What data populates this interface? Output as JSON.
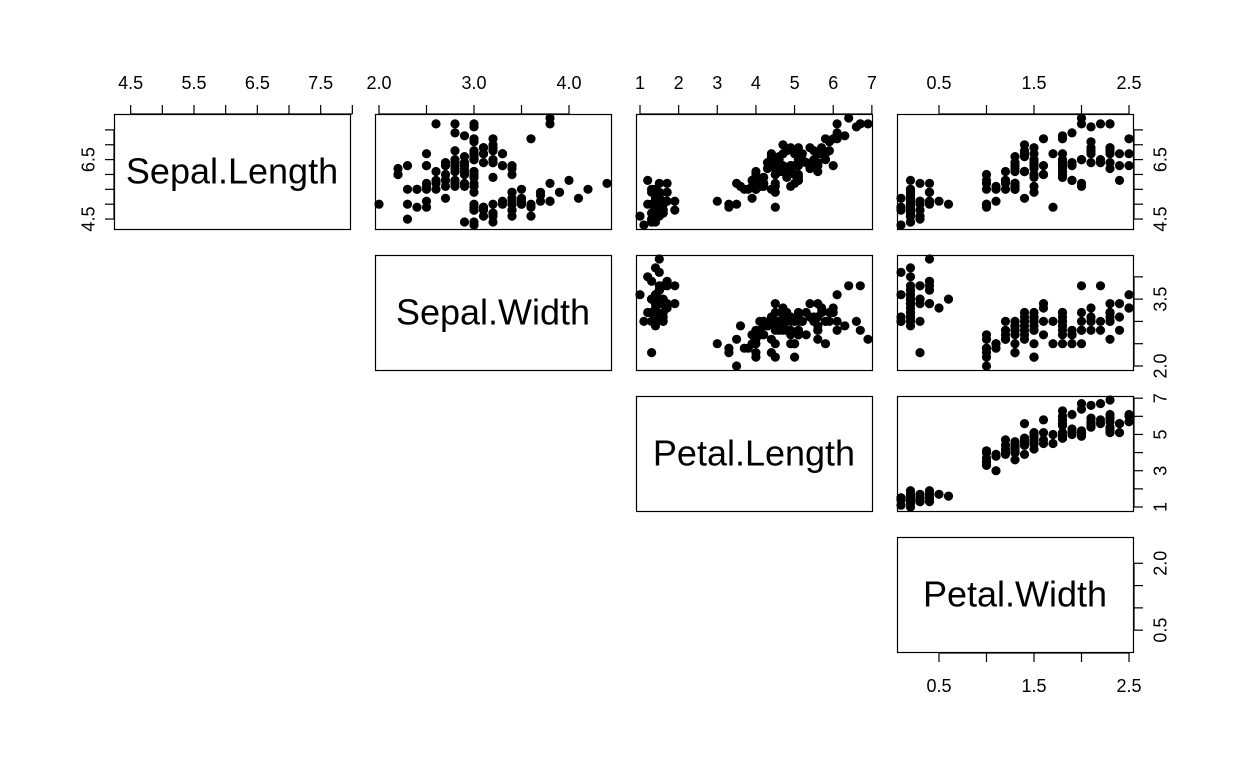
{
  "chart_data": {
    "type": "scatter",
    "kind": "scatterplot-matrix-upper-panel",
    "variables": [
      "Sepal.Length",
      "Sepal.Width",
      "Petal.Length",
      "Petal.Width"
    ],
    "point_color": "#000000",
    "axes": [
      {
        "variable": "Sepal.Length",
        "range": [
          4.3,
          7.9
        ],
        "ticks": [
          4.5,
          5.0,
          5.5,
          6.0,
          6.5,
          7.0,
          7.5,
          8.0
        ],
        "tick_labels": [
          "4.5",
          "5.5",
          "6.5",
          "7.5"
        ],
        "label_ticks": [
          4.5,
          5.5,
          6.5,
          7.5
        ],
        "row_ticks": [
          4.5,
          5.0,
          5.5,
          6.0,
          6.5,
          7.0,
          7.5
        ],
        "row_tick_labels": [
          "4.5",
          "6.5"
        ],
        "row_label_ticks": [
          4.5,
          6.5
        ]
      },
      {
        "variable": "Sepal.Width",
        "range": [
          2.0,
          4.4
        ],
        "ticks": [
          2.0,
          2.5,
          3.0,
          3.5,
          4.0
        ],
        "tick_labels": [
          "2.0",
          "3.0",
          "4.0"
        ],
        "label_ticks": [
          2.0,
          3.0,
          4.0
        ],
        "row_ticks": [
          2.0,
          2.5,
          3.0,
          3.5,
          4.0
        ],
        "row_tick_labels": [
          "2.0",
          "3.5"
        ],
        "row_label_ticks": [
          2.0,
          3.5
        ]
      },
      {
        "variable": "Petal.Length",
        "range": [
          1.0,
          6.9
        ],
        "ticks": [
          1,
          2,
          3,
          4,
          5,
          6,
          7
        ],
        "tick_labels": [
          "1",
          "2",
          "3",
          "4",
          "5",
          "6",
          "7"
        ],
        "label_ticks": [
          1,
          2,
          3,
          4,
          5,
          6,
          7
        ],
        "row_ticks": [
          1,
          2,
          3,
          4,
          5,
          6,
          7
        ],
        "row_tick_labels": [
          "1",
          "3",
          "5",
          "7"
        ],
        "row_label_ticks": [
          1,
          3,
          5,
          7
        ]
      },
      {
        "variable": "Petal.Width",
        "range": [
          0.1,
          2.5
        ],
        "ticks": [
          0.5,
          1.0,
          1.5,
          2.0,
          2.5
        ],
        "tick_labels": [
          "0.5",
          "1.5",
          "2.5"
        ],
        "label_ticks": [
          0.5,
          1.5,
          2.5
        ],
        "row_ticks": [
          0.5,
          1.0,
          1.5,
          2.0
        ],
        "row_tick_labels": [
          "0.5",
          "2.0"
        ],
        "row_label_ticks": [
          0.5,
          2.0
        ]
      }
    ],
    "points": [
      [
        5.1,
        3.5,
        1.4,
        0.2
      ],
      [
        4.9,
        3.0,
        1.4,
        0.2
      ],
      [
        4.7,
        3.2,
        1.3,
        0.2
      ],
      [
        4.6,
        3.1,
        1.5,
        0.2
      ],
      [
        5.0,
        3.6,
        1.4,
        0.2
      ],
      [
        5.4,
        3.9,
        1.7,
        0.4
      ],
      [
        4.6,
        3.4,
        1.4,
        0.3
      ],
      [
        5.0,
        3.4,
        1.5,
        0.2
      ],
      [
        4.4,
        2.9,
        1.4,
        0.2
      ],
      [
        4.9,
        3.1,
        1.5,
        0.1
      ],
      [
        5.4,
        3.7,
        1.5,
        0.2
      ],
      [
        4.8,
        3.4,
        1.6,
        0.2
      ],
      [
        4.8,
        3.0,
        1.4,
        0.1
      ],
      [
        4.3,
        3.0,
        1.1,
        0.1
      ],
      [
        5.8,
        4.0,
        1.2,
        0.2
      ],
      [
        5.7,
        4.4,
        1.5,
        0.4
      ],
      [
        5.4,
        3.9,
        1.3,
        0.4
      ],
      [
        5.1,
        3.5,
        1.4,
        0.3
      ],
      [
        5.7,
        3.8,
        1.7,
        0.3
      ],
      [
        5.1,
        3.8,
        1.5,
        0.3
      ],
      [
        5.4,
        3.4,
        1.7,
        0.2
      ],
      [
        5.1,
        3.7,
        1.5,
        0.4
      ],
      [
        4.6,
        3.6,
        1.0,
        0.2
      ],
      [
        5.1,
        3.3,
        1.7,
        0.5
      ],
      [
        4.8,
        3.4,
        1.9,
        0.2
      ],
      [
        5.0,
        3.0,
        1.6,
        0.2
      ],
      [
        5.0,
        3.4,
        1.6,
        0.4
      ],
      [
        5.2,
        3.5,
        1.5,
        0.2
      ],
      [
        5.2,
        3.4,
        1.4,
        0.2
      ],
      [
        4.7,
        3.2,
        1.6,
        0.2
      ],
      [
        4.8,
        3.1,
        1.6,
        0.2
      ],
      [
        5.4,
        3.4,
        1.5,
        0.4
      ],
      [
        5.2,
        4.1,
        1.5,
        0.1
      ],
      [
        5.5,
        4.2,
        1.4,
        0.2
      ],
      [
        4.9,
        3.1,
        1.5,
        0.2
      ],
      [
        5.0,
        3.2,
        1.2,
        0.2
      ],
      [
        5.5,
        3.5,
        1.3,
        0.2
      ],
      [
        4.9,
        3.6,
        1.4,
        0.1
      ],
      [
        4.4,
        3.0,
        1.3,
        0.2
      ],
      [
        5.1,
        3.4,
        1.5,
        0.2
      ],
      [
        5.0,
        3.5,
        1.3,
        0.3
      ],
      [
        4.5,
        2.3,
        1.3,
        0.3
      ],
      [
        4.4,
        3.2,
        1.3,
        0.2
      ],
      [
        5.0,
        3.5,
        1.6,
        0.6
      ],
      [
        5.1,
        3.8,
        1.9,
        0.4
      ],
      [
        4.8,
        3.0,
        1.4,
        0.3
      ],
      [
        5.1,
        3.8,
        1.6,
        0.2
      ],
      [
        4.6,
        3.2,
        1.4,
        0.2
      ],
      [
        5.3,
        3.7,
        1.5,
        0.2
      ],
      [
        5.0,
        3.3,
        1.4,
        0.2
      ],
      [
        7.0,
        3.2,
        4.7,
        1.4
      ],
      [
        6.4,
        3.2,
        4.5,
        1.5
      ],
      [
        6.9,
        3.1,
        4.9,
        1.5
      ],
      [
        5.5,
        2.3,
        4.0,
        1.3
      ],
      [
        6.5,
        2.8,
        4.6,
        1.5
      ],
      [
        5.7,
        2.8,
        4.5,
        1.3
      ],
      [
        6.3,
        3.3,
        4.7,
        1.6
      ],
      [
        4.9,
        2.4,
        3.3,
        1.0
      ],
      [
        6.6,
        2.9,
        4.6,
        1.3
      ],
      [
        5.2,
        2.7,
        3.9,
        1.4
      ],
      [
        5.0,
        2.0,
        3.5,
        1.0
      ],
      [
        5.9,
        3.0,
        4.2,
        1.5
      ],
      [
        6.0,
        2.2,
        4.0,
        1.0
      ],
      [
        6.1,
        2.9,
        4.7,
        1.4
      ],
      [
        5.6,
        2.9,
        3.6,
        1.3
      ],
      [
        6.7,
        3.1,
        4.4,
        1.4
      ],
      [
        5.6,
        3.0,
        4.5,
        1.5
      ],
      [
        5.8,
        2.7,
        4.1,
        1.0
      ],
      [
        6.2,
        2.2,
        4.5,
        1.5
      ],
      [
        5.6,
        2.5,
        3.9,
        1.1
      ],
      [
        5.9,
        3.2,
        4.8,
        1.8
      ],
      [
        6.1,
        2.8,
        4.0,
        1.3
      ],
      [
        6.3,
        2.5,
        4.9,
        1.5
      ],
      [
        6.1,
        2.8,
        4.7,
        1.2
      ],
      [
        6.4,
        2.9,
        4.3,
        1.3
      ],
      [
        6.6,
        3.0,
        4.4,
        1.4
      ],
      [
        6.8,
        2.8,
        4.8,
        1.4
      ],
      [
        6.7,
        3.0,
        5.0,
        1.7
      ],
      [
        6.0,
        2.9,
        4.5,
        1.5
      ],
      [
        5.7,
        2.6,
        3.5,
        1.0
      ],
      [
        5.5,
        2.4,
        3.8,
        1.1
      ],
      [
        5.5,
        2.4,
        3.7,
        1.0
      ],
      [
        5.8,
        2.7,
        3.9,
        1.2
      ],
      [
        6.0,
        2.7,
        5.1,
        1.6
      ],
      [
        5.4,
        3.0,
        4.5,
        1.5
      ],
      [
        6.0,
        3.4,
        4.5,
        1.6
      ],
      [
        6.7,
        3.1,
        4.7,
        1.5
      ],
      [
        6.3,
        2.3,
        4.4,
        1.3
      ],
      [
        5.6,
        3.0,
        4.1,
        1.3
      ],
      [
        5.5,
        2.5,
        4.0,
        1.3
      ],
      [
        5.5,
        2.6,
        4.4,
        1.2
      ],
      [
        6.1,
        3.0,
        4.6,
        1.4
      ],
      [
        5.8,
        2.6,
        4.0,
        1.2
      ],
      [
        5.0,
        2.3,
        3.3,
        1.0
      ],
      [
        5.6,
        2.7,
        4.2,
        1.3
      ],
      [
        5.7,
        3.0,
        4.2,
        1.2
      ],
      [
        5.7,
        2.9,
        4.2,
        1.3
      ],
      [
        6.2,
        2.9,
        4.3,
        1.3
      ],
      [
        5.1,
        2.5,
        3.0,
        1.1
      ],
      [
        5.7,
        2.8,
        4.1,
        1.3
      ],
      [
        6.3,
        3.3,
        6.0,
        2.5
      ],
      [
        5.8,
        2.7,
        5.1,
        1.9
      ],
      [
        7.1,
        3.0,
        5.9,
        2.1
      ],
      [
        6.3,
        2.9,
        5.6,
        1.8
      ],
      [
        6.5,
        3.0,
        5.8,
        2.2
      ],
      [
        7.6,
        3.0,
        6.6,
        2.1
      ],
      [
        4.9,
        2.5,
        4.5,
        1.7
      ],
      [
        7.3,
        2.9,
        6.3,
        1.8
      ],
      [
        6.7,
        2.5,
        5.8,
        1.8
      ],
      [
        7.2,
        3.6,
        6.1,
        2.5
      ],
      [
        6.5,
        3.2,
        5.1,
        2.0
      ],
      [
        6.4,
        2.7,
        5.3,
        1.9
      ],
      [
        6.8,
        3.0,
        5.5,
        2.1
      ],
      [
        5.7,
        2.5,
        5.0,
        2.0
      ],
      [
        5.8,
        2.8,
        5.1,
        2.4
      ],
      [
        6.4,
        3.2,
        5.3,
        2.3
      ],
      [
        6.5,
        3.0,
        5.5,
        1.8
      ],
      [
        7.7,
        3.8,
        6.7,
        2.2
      ],
      [
        7.7,
        2.6,
        6.9,
        2.3
      ],
      [
        6.0,
        2.2,
        5.0,
        1.5
      ],
      [
        6.9,
        3.2,
        5.7,
        2.3
      ],
      [
        5.6,
        2.8,
        4.9,
        2.0
      ],
      [
        7.7,
        2.8,
        6.7,
        2.0
      ],
      [
        6.3,
        2.7,
        4.9,
        1.8
      ],
      [
        6.7,
        3.3,
        5.7,
        2.1
      ],
      [
        7.2,
        3.2,
        6.0,
        1.8
      ],
      [
        6.2,
        2.8,
        4.8,
        1.8
      ],
      [
        6.1,
        3.0,
        4.9,
        1.8
      ],
      [
        6.4,
        2.8,
        5.6,
        2.1
      ],
      [
        7.2,
        3.0,
        5.8,
        1.6
      ],
      [
        7.4,
        2.8,
        6.1,
        1.9
      ],
      [
        7.9,
        3.8,
        6.4,
        2.0
      ],
      [
        6.4,
        2.8,
        5.6,
        2.2
      ],
      [
        6.3,
        2.8,
        5.1,
        1.5
      ],
      [
        6.1,
        2.6,
        5.6,
        1.4
      ],
      [
        7.7,
        3.0,
        6.1,
        2.3
      ],
      [
        6.3,
        3.4,
        5.6,
        2.4
      ],
      [
        6.4,
        3.1,
        5.5,
        1.8
      ],
      [
        6.0,
        3.0,
        4.8,
        1.8
      ],
      [
        6.9,
        3.1,
        5.4,
        2.1
      ],
      [
        6.7,
        3.1,
        5.6,
        2.4
      ],
      [
        6.9,
        3.1,
        5.1,
        2.3
      ],
      [
        5.8,
        2.7,
        5.1,
        1.9
      ],
      [
        6.8,
        3.2,
        5.9,
        2.3
      ],
      [
        6.7,
        3.3,
        5.7,
        2.5
      ],
      [
        6.7,
        3.0,
        5.2,
        2.3
      ],
      [
        6.3,
        2.5,
        5.0,
        1.9
      ],
      [
        6.5,
        3.0,
        5.2,
        2.0
      ],
      [
        6.2,
        3.4,
        5.4,
        2.3
      ],
      [
        5.9,
        3.0,
        5.1,
        1.8
      ]
    ]
  }
}
